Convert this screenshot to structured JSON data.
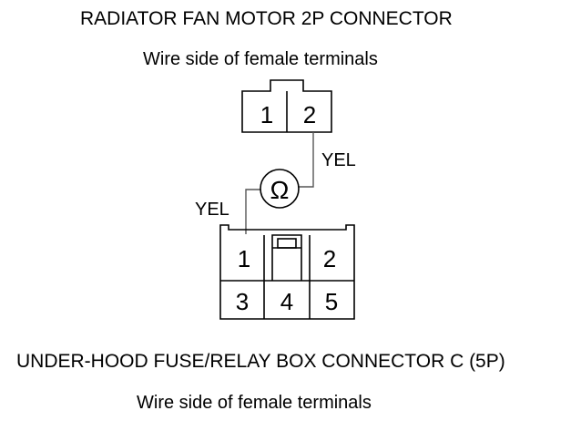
{
  "top_connector": {
    "title": "RADIATOR FAN MOTOR 2P CONNECTOR",
    "subtitle": "Wire side of female terminals",
    "terminals": [
      "1",
      "2"
    ]
  },
  "meter": {
    "symbol": "Ω",
    "icon": "ohmmeter-icon"
  },
  "wires": {
    "upper_color": "YEL",
    "lower_color": "YEL"
  },
  "bottom_connector": {
    "title": "UNDER-HOOD FUSE/RELAY BOX CONNECTOR C (5P)",
    "subtitle": "Wire side of female terminals",
    "terminals": [
      "1",
      "2",
      "3",
      "4",
      "5"
    ]
  },
  "colors": {
    "line": "#000000",
    "probe_wire": "#555555",
    "background": "#ffffff"
  }
}
